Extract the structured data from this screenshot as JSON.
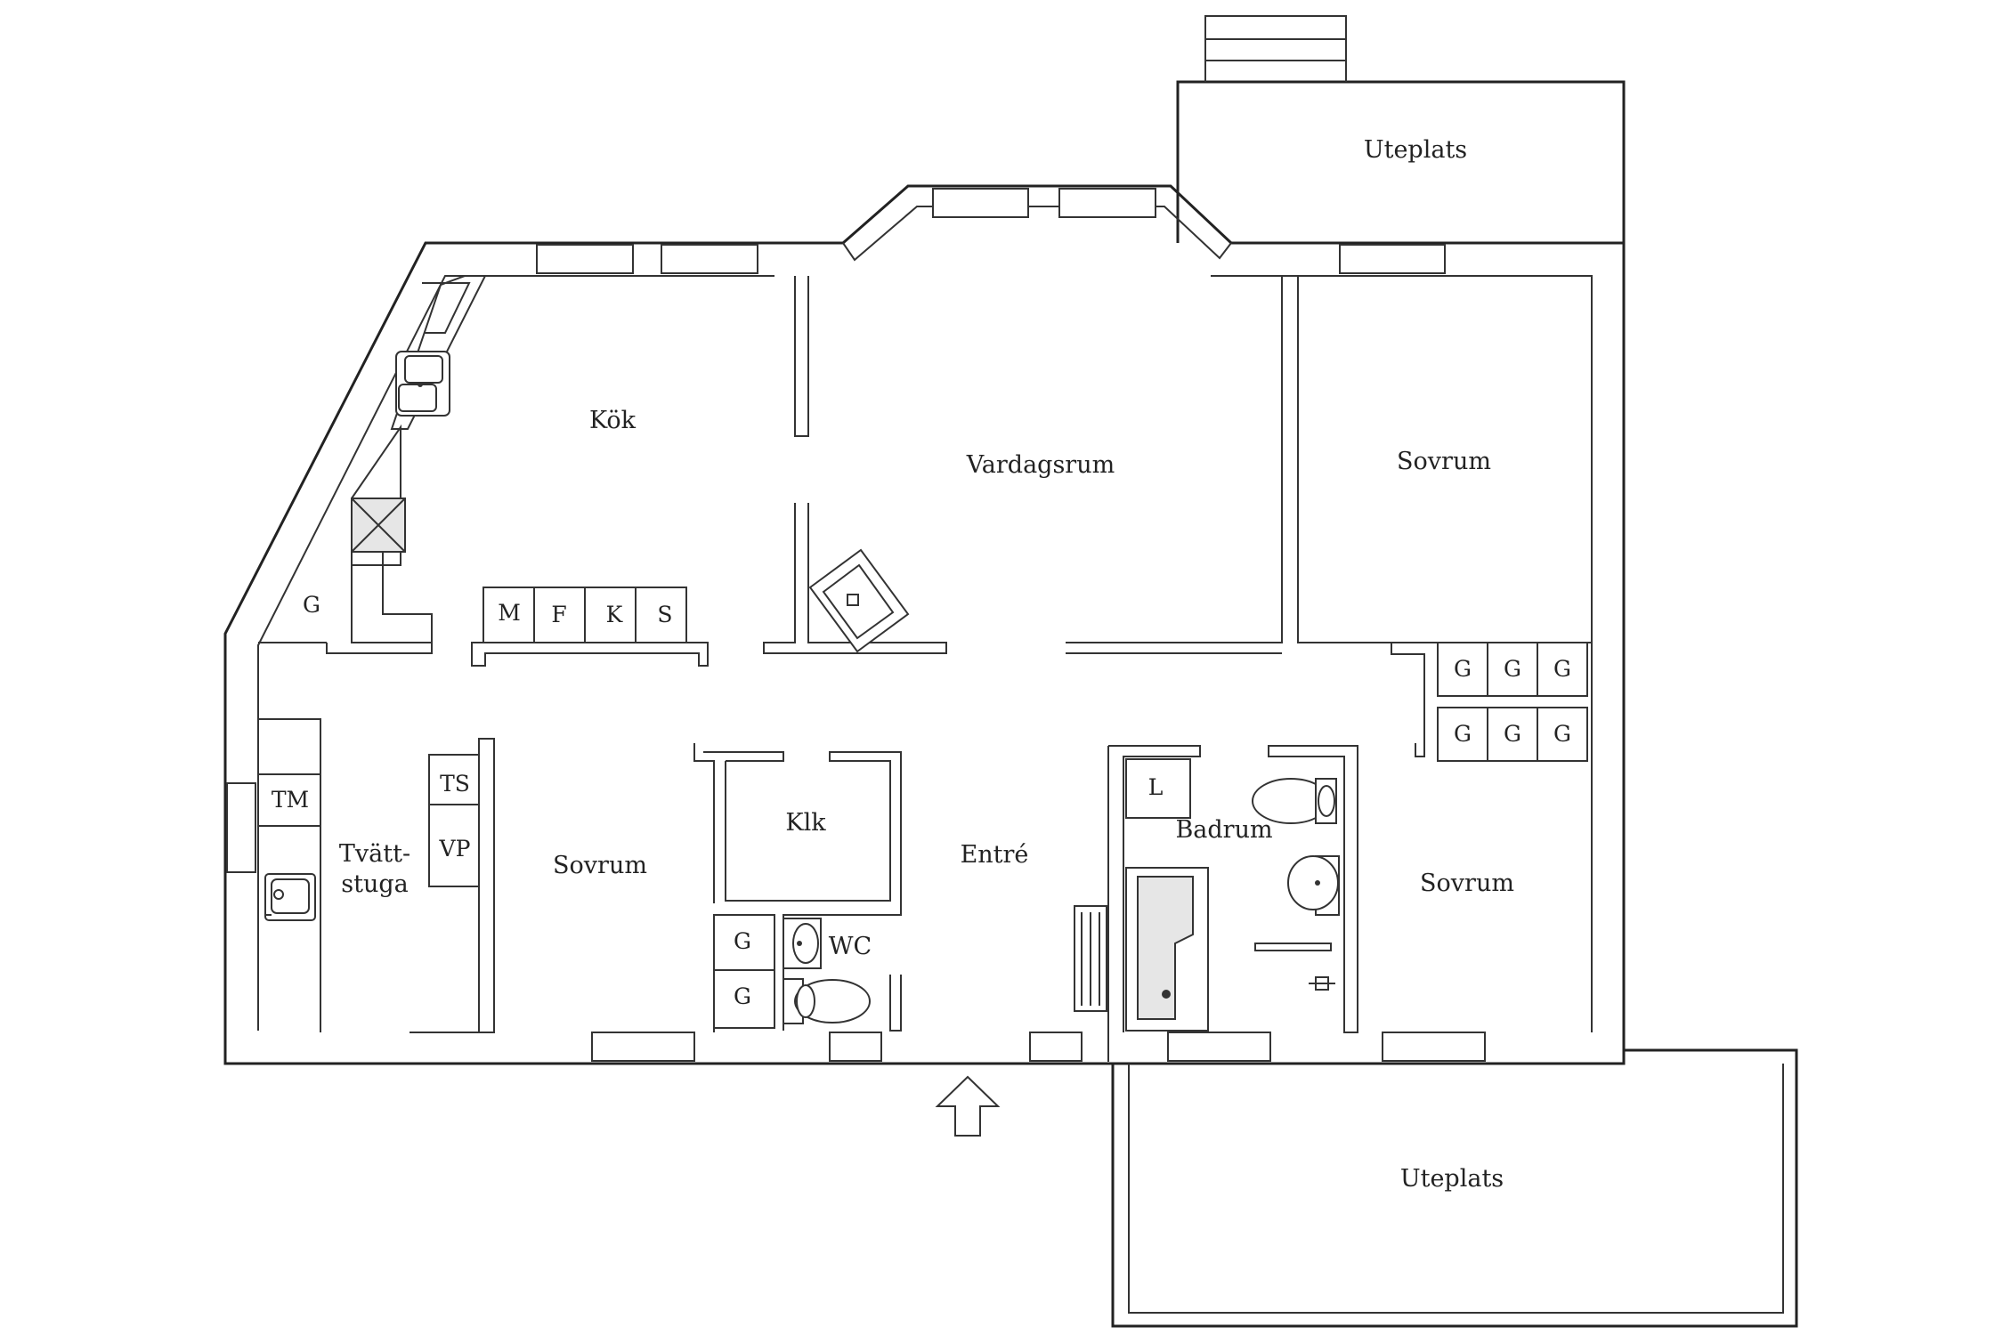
{
  "rooms": {
    "kok": "Kök",
    "vardagsrum": "Vardagsrum",
    "sovrum_ne": "Sovrum",
    "uteplats_n": "Uteplats",
    "tvattstuga_1": "Tvätt-",
    "tvattstuga_2": "stuga",
    "sovrum_w": "Sovrum",
    "klk": "Klk",
    "entre": "Entré",
    "badrum": "Badrum",
    "wc": "WC",
    "sovrum_se": "Sovrum",
    "uteplats_s": "Uteplats"
  },
  "fixtures": {
    "kitchen_g": "G",
    "m": "M",
    "f": "F",
    "k": "K",
    "s": "S",
    "tm": "TM",
    "ts": "TS",
    "vp": "VP",
    "wc_g1": "G",
    "wc_g2": "G",
    "l": "L",
    "wardrobe_top": [
      "G",
      "G",
      "G"
    ],
    "wardrobe_bottom": [
      "G",
      "G",
      "G"
    ]
  }
}
